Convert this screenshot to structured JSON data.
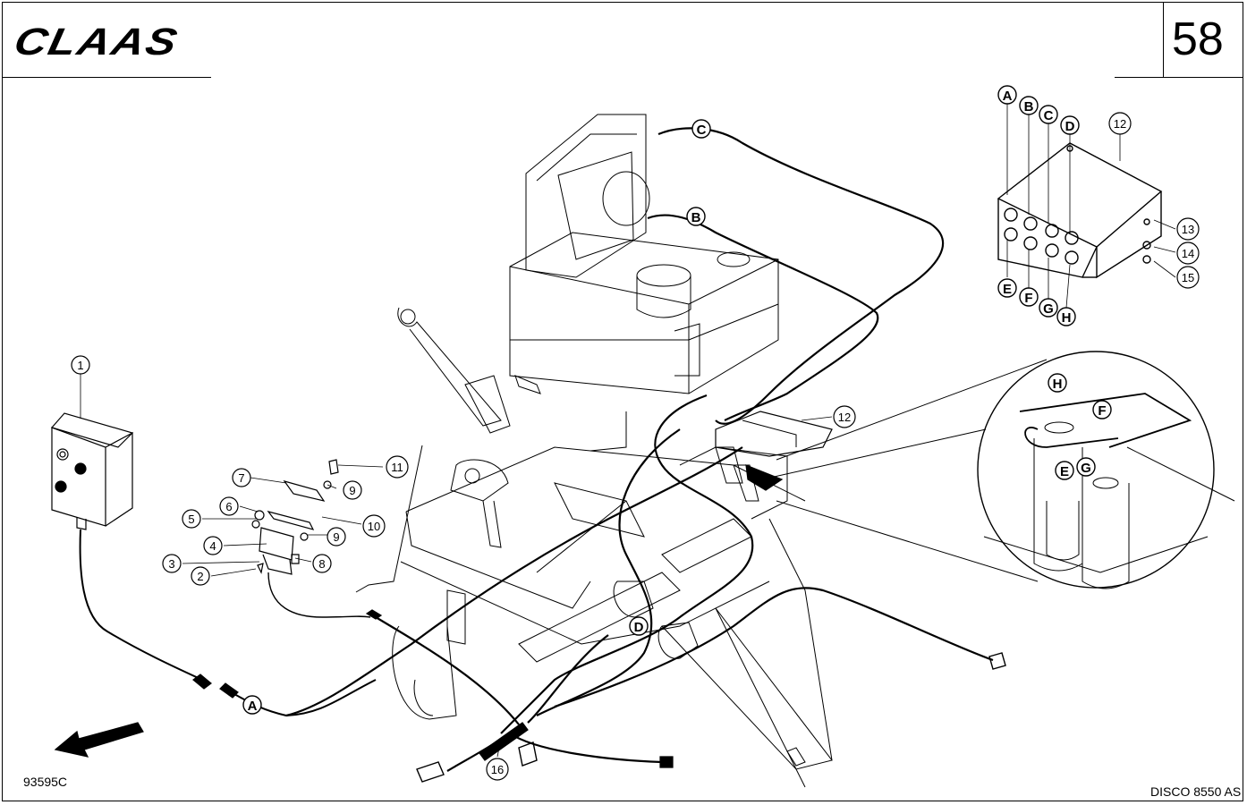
{
  "header": {
    "brand": "CLAAS",
    "page_number": "58"
  },
  "footer": {
    "drawing_code": "93595C",
    "model": "DISCO 8550 AS"
  },
  "callouts": [
    {
      "id": "callout-1",
      "label": "1"
    },
    {
      "id": "callout-2",
      "label": "2"
    },
    {
      "id": "callout-3",
      "label": "3"
    },
    {
      "id": "callout-4",
      "label": "4"
    },
    {
      "id": "callout-5",
      "label": "5"
    },
    {
      "id": "callout-6",
      "label": "6"
    },
    {
      "id": "callout-7",
      "label": "7"
    },
    {
      "id": "callout-8",
      "label": "8"
    },
    {
      "id": "callout-9a",
      "label": "9"
    },
    {
      "id": "callout-9b",
      "label": "9"
    },
    {
      "id": "callout-10",
      "label": "10"
    },
    {
      "id": "callout-11",
      "label": "11"
    },
    {
      "id": "callout-12a",
      "label": "12"
    },
    {
      "id": "callout-12b",
      "label": "12"
    },
    {
      "id": "callout-13",
      "label": "13"
    },
    {
      "id": "callout-14",
      "label": "14"
    },
    {
      "id": "callout-15",
      "label": "15"
    },
    {
      "id": "callout-16",
      "label": "16"
    }
  ],
  "connector_letters": [
    {
      "id": "letter-A-box",
      "label": "A"
    },
    {
      "id": "letter-B-box",
      "label": "B"
    },
    {
      "id": "letter-C-box",
      "label": "C"
    },
    {
      "id": "letter-D-box",
      "label": "D"
    },
    {
      "id": "letter-E-box",
      "label": "E"
    },
    {
      "id": "letter-F-box",
      "label": "F"
    },
    {
      "id": "letter-G-box",
      "label": "G"
    },
    {
      "id": "letter-H-box",
      "label": "H"
    },
    {
      "id": "letter-A-cable",
      "label": "A"
    },
    {
      "id": "letter-B-cable",
      "label": "B"
    },
    {
      "id": "letter-C-cable",
      "label": "C"
    },
    {
      "id": "letter-D-cable",
      "label": "D"
    },
    {
      "id": "letter-H-detail",
      "label": "H"
    },
    {
      "id": "letter-F-detail",
      "label": "F"
    },
    {
      "id": "letter-E-detail",
      "label": "E"
    },
    {
      "id": "letter-G-detail",
      "label": "G"
    }
  ]
}
